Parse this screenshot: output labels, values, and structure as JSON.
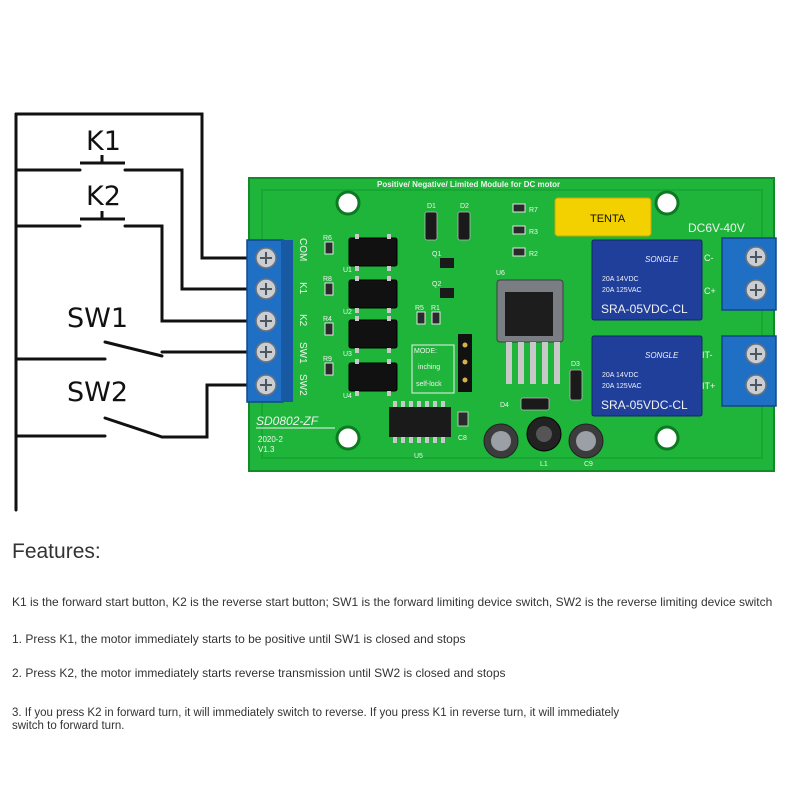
{
  "diagram": {
    "switch_labels": [
      "K1",
      "K2",
      "SW1",
      "SW2"
    ],
    "terminal_labels": [
      "COM",
      "K1",
      "K2",
      "SW1",
      "SW2"
    ],
    "board": {
      "header": "Positive/ Negative/ Limited  Module  for DC motor",
      "model": "SD0802-ZF",
      "date": "2020-2",
      "version": "V1.3",
      "voltage": "DC6V-40V",
      "out_labels": [
        "C-",
        "C+",
        "IT-",
        "IT+"
      ],
      "relay_brand": "SONGLE",
      "relay_rating_1": "20A 14VDC",
      "relay_rating_2": "20A 125VAC",
      "relay_model": "SRA-05VDC-CL",
      "mode_labels": [
        "MODE:",
        "inching",
        "self-lock"
      ],
      "capacitor_brand": "TENTA",
      "component_labels": {
        "d1": "D1",
        "d2": "D2",
        "d3": "D3",
        "d4": "D4",
        "r1": "R1",
        "r2": "R2",
        "r3": "R3",
        "r4": "R4",
        "r5": "R5",
        "r6": "R6",
        "r7": "R7",
        "r8": "R8",
        "r9": "R9",
        "q1": "Q1",
        "q2": "Q2",
        "u1": "U1",
        "u2": "U2",
        "u3": "U3",
        "u4": "U4",
        "u5": "U5",
        "u6": "U6",
        "c8": "C8",
        "l1": "L1",
        "c9": "C9"
      }
    }
  },
  "features": {
    "title": "Features:",
    "description": "K1 is the forward start button, K2 is the reverse start button; SW1 is the forward limiting device switch, SW2 is the reverse limiting device switch",
    "item1": "1. Press K1, the motor immediately starts to be positive until SW1 is closed and stops",
    "item2": "2. Press K2, the motor immediately starts reverse transmission until SW2 is closed and stops",
    "item3": "3. If you press K2 in forward turn, it will immediately switch to reverse. If you press K1 in reverse turn, it will immediately switch to forward turn."
  },
  "colors": {
    "pcb": "#1eb53a",
    "terminal": "#1f6fc4",
    "relay": "#1f3f9a",
    "capacitor": "#f3d000"
  }
}
